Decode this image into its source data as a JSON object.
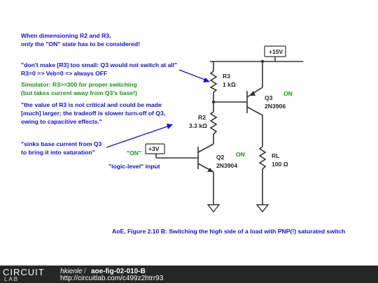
{
  "annotations": {
    "intro_line1": "When dimensioning R2 and R3,",
    "intro_line2": "only the \"ON\" state has to be considered!",
    "r3_small_line1": "\"don't make [R3] too small: Q3 would not switch at all\"",
    "r3_small_line2": "R3=0 => Veb=0 => always OFF",
    "simulator_line1": "Simulator: R3>=300 for proper switching",
    "simulator_line2": "(but takes current away from Q3's base!)",
    "r3_value_line1": "\"the value of R3 is not critical and could be made",
    "r3_value_line2": "[much] larger; the tradeoff is slower turn-off of Q3,",
    "r3_value_line3": "owing to capacitive effects.\"",
    "sinks_line1": "\"sinks base current from Q3",
    "sinks_line2": "to bring it into saturation\"",
    "on_input": "\"ON\"",
    "logic_level": "\"logic-level\" input",
    "caption": "AoE, Figure 2.10 B: Switching the high side of a load with PNP(!) saturated switch"
  },
  "components": {
    "supply": "+15V",
    "input_source": "+3V",
    "r3_name": "R3",
    "r3_value": "1 kΩ",
    "r2_name": "R2",
    "r2_value": "3.3 kΩ",
    "rl_name": "RL",
    "rl_value": "100 Ω",
    "q3_name": "Q3",
    "q3_part": "2N3906",
    "q3_state": "ON",
    "q2_name": "Q2",
    "q2_part": "2N3904",
    "q2_state": "ON"
  },
  "footer": {
    "logo_top": "CIRCUIT",
    "logo_bottom": "LAB",
    "user": "hkienle",
    "separator": "/",
    "circuit_id": "aoe-fig-02-010-B",
    "url": "http://circuitlab.com/c499z2htrr93"
  },
  "colors": {
    "annotation_blue": "#1111dd",
    "state_green": "#119911",
    "wire": "#333333",
    "footer_bg": "#262626"
  }
}
